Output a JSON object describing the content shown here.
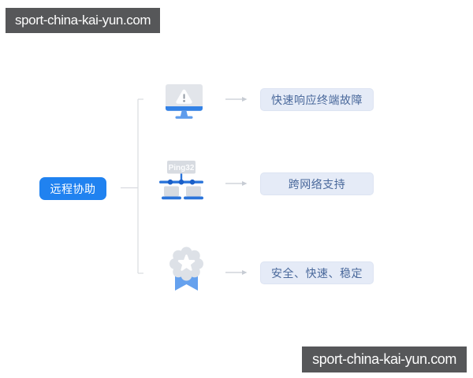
{
  "watermarks": {
    "top_text": "sport-china-kai-yun.com",
    "bottom_text": "sport-china-kai-yun.com"
  },
  "diagram": {
    "root_label": "远程协助",
    "branches": [
      {
        "icon": "monitor-alert-icon",
        "label": "快速响应终端故障"
      },
      {
        "icon": "ping32-network-icon",
        "icon_text": "Ping32",
        "label": "跨网络支持"
      },
      {
        "icon": "award-medal-icon",
        "label": "安全、快速、稳定"
      }
    ]
  },
  "colors": {
    "accent_blue": "#2082F0",
    "icon_blue": "#2B74DA",
    "icon_dark_blue": "#1A5FC8",
    "icon_light_blue": "#5E9CEC",
    "icon_gray": "#DDE1E7",
    "alert_gray": "#8E96A1",
    "box_bg": "#E5EBF7",
    "box_border": "#DDE4F2",
    "box_text": "#49689B",
    "badge_bg": "#565759",
    "badge_text": "#FDFDFD",
    "connector_gray": "#D8DBE0",
    "arrow_gray": "#C7CCD4"
  }
}
